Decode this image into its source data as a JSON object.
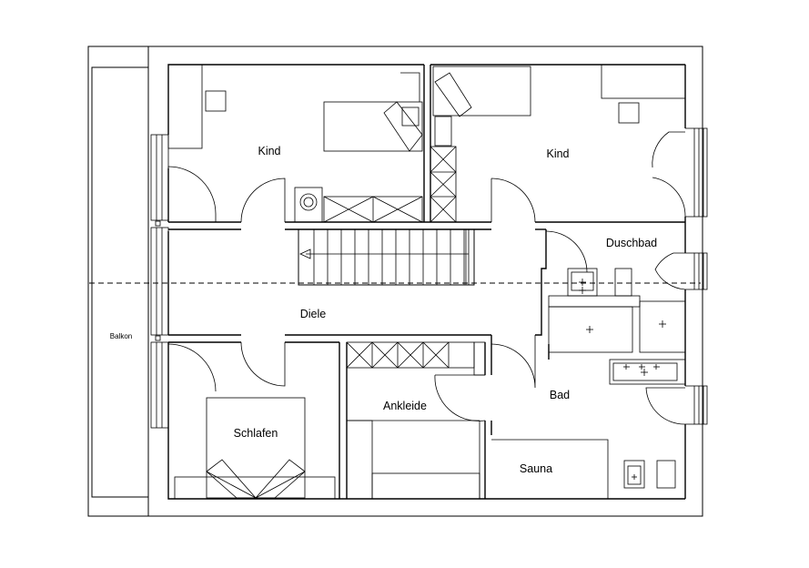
{
  "rooms": {
    "kind_left": "Kind",
    "kind_right": "Kind",
    "duschbad": "Duschbad",
    "diele": "Diele",
    "balkon": "Balkon",
    "ankleide": "Ankleide",
    "bad": "Bad",
    "schlafen": "Schlafen",
    "sauna": "Sauna"
  }
}
